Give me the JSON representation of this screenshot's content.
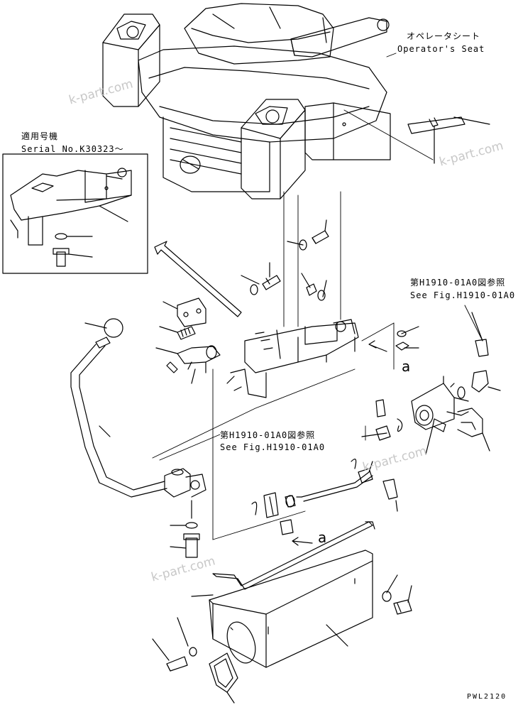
{
  "labels": {
    "seat_jp": "オペレータシート",
    "seat_en": "Operator's Seat",
    "serial_jp": "適用号機",
    "serial_en": "Serial No.K30323～",
    "ref_jp_1": "第H1910-01A0図参照",
    "ref_en_1": "See Fig.H1910-01A0",
    "ref_jp_2": "第H1910-01A0図参照",
    "ref_en_2": "See Fig.H1910-01A0",
    "marker_a": "a",
    "drawing_no": "PWL2120"
  },
  "watermark": "k-part.com",
  "colors": {
    "line": "#000000",
    "watermark": "#c8c8c8"
  }
}
